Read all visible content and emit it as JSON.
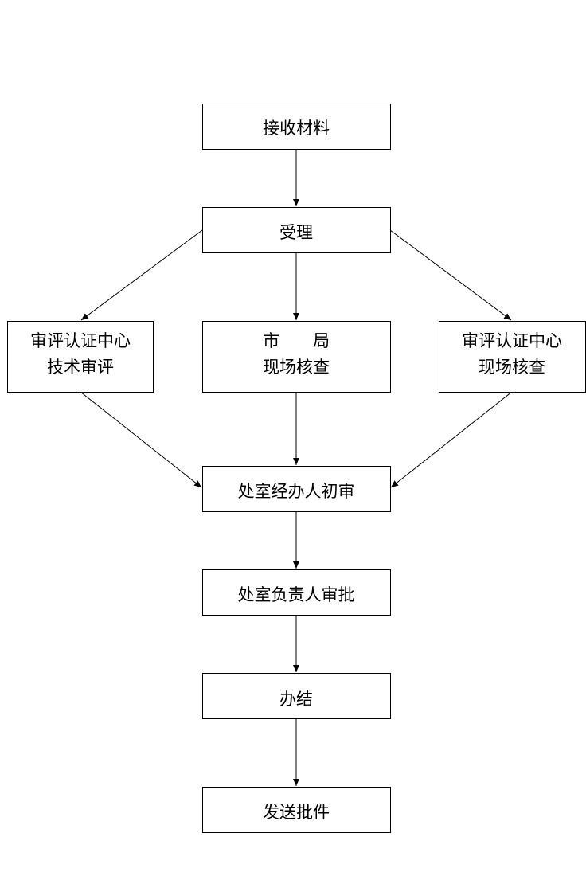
{
  "nodes": {
    "receive": {
      "lines": [
        "接收材料"
      ]
    },
    "accept": {
      "lines": [
        "受理"
      ]
    },
    "tech_review": {
      "lines": [
        "审评认证中心",
        "技术审评"
      ]
    },
    "city_check": {
      "lines": [
        "市　　局",
        "现场核查"
      ]
    },
    "center_check": {
      "lines": [
        "审评认证中心",
        "现场核查"
      ]
    },
    "initial_review": {
      "lines": [
        "处室经办人初审"
      ]
    },
    "approval": {
      "lines": [
        "处室负责人审批"
      ]
    },
    "complete": {
      "lines": [
        "办结"
      ]
    },
    "send": {
      "lines": [
        "发送批件"
      ]
    }
  }
}
